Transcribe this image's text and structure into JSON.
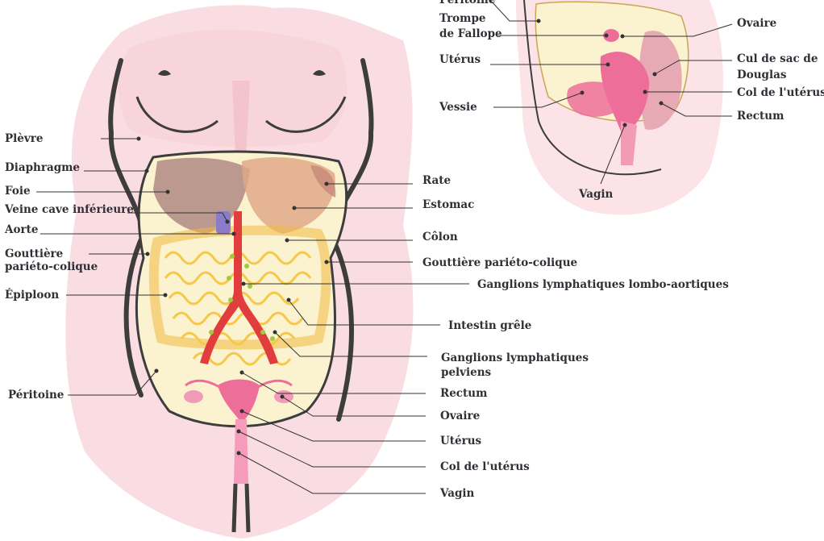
{
  "main_diagram": {
    "left_labels": {
      "plevre": "Plèvre",
      "diaphragme": "Diaphragme",
      "foie": "Foie",
      "veine_cave": "Veine cave inférieure",
      "aorte": "Aorte",
      "gouttiere_l1": "Gouttière",
      "gouttiere_l2": "pariéto-colique",
      "epiploon": "Épiploon",
      "peritoine": "Péritoine"
    },
    "right_labels": {
      "rate": "Rate",
      "estomac": "Estomac",
      "colon": "Côlon",
      "gouttiere": "Gouttière pariéto-colique",
      "ganglions_lombo": "Ganglions lymphatiques lombo-aortiques",
      "intestin": "Intestin grêle",
      "ganglions_pelviens_l1": "Ganglions lymphatiques",
      "ganglions_pelviens_l2": "pelviens",
      "rectum": "Rectum",
      "ovaire": "Ovaire",
      "uterus": "Utérus",
      "col": "Col de l'utérus",
      "vagin": "Vagin"
    }
  },
  "inset_diagram": {
    "peritoine": "Péritoine",
    "trompe_l1": "Trompe",
    "trompe_l2": "de Fallope",
    "uterus": "Utérus",
    "vessie": "Vessie",
    "vagin": "Vagin",
    "ovaire": "Ovaire",
    "cul_de_sac_l1": "Cul de sac de",
    "cul_de_sac_l2": "Douglas",
    "col": "Col de l'utérus",
    "rectum": "Rectum"
  },
  "colors": {
    "skin": "#f9dde2",
    "skin_dark": "#f3c4cd",
    "outline": "#3d3d3d",
    "peritoneum": "#fbf3cf",
    "liver": "#b58f86",
    "stomach": "#dfa888",
    "intestine": "#f6c84a",
    "aorta": "#e23d3d",
    "vena_cava": "#8b7cc9",
    "uterus": "#ee6e9a",
    "lymph_node": "#9ccc3c",
    "leader_line": "#333333"
  }
}
